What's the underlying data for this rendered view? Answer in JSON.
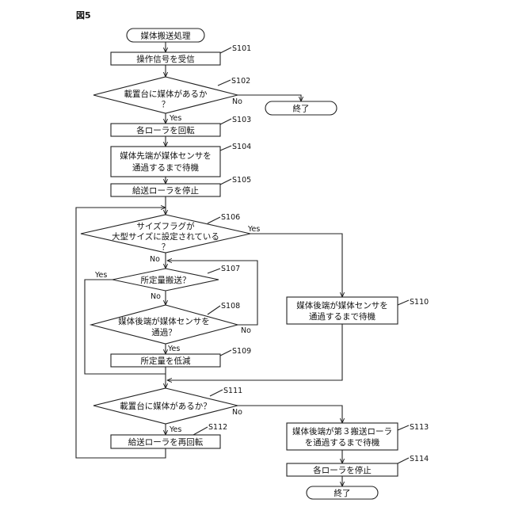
{
  "figure_label": "図5",
  "start_label": "媒体搬送処理",
  "end_label": "終了",
  "yes": "Yes",
  "no": "No",
  "steps": {
    "s101": {
      "id": "S101",
      "text": "操作信号を受信"
    },
    "s102": {
      "id": "S102",
      "line1": "載置台に媒体があるか",
      "line2": "？"
    },
    "s103": {
      "id": "S103",
      "text": "各ローラを回転"
    },
    "s104": {
      "id": "S104",
      "line1": "媒体先端が媒体センサを",
      "line2": "通過するまで待機"
    },
    "s105": {
      "id": "S105",
      "text": "給送ローラを停止"
    },
    "s106": {
      "id": "S106",
      "line1": "サイズフラグが",
      "line2": "大型サイズに設定されている",
      "line3": "？"
    },
    "s107": {
      "id": "S107",
      "text": "所定量搬送？"
    },
    "s108": {
      "id": "S108",
      "line1": "媒体後端が媒体センサを",
      "line2": "通過？"
    },
    "s109": {
      "id": "S109",
      "text": "所定量を低減"
    },
    "s110": {
      "id": "S110",
      "line1": "媒体後端が媒体センサを",
      "line2": "通過するまで待機"
    },
    "s111": {
      "id": "S111",
      "text": "載置台に媒体があるか？"
    },
    "s112": {
      "id": "S112",
      "text": "給送ローラを再回転"
    },
    "s113": {
      "id": "S113",
      "line1": "媒体後端が第３搬送ローラ",
      "line2": "を通過するまで待機"
    },
    "s114": {
      "id": "S114",
      "text": "各ローラを停止"
    }
  }
}
